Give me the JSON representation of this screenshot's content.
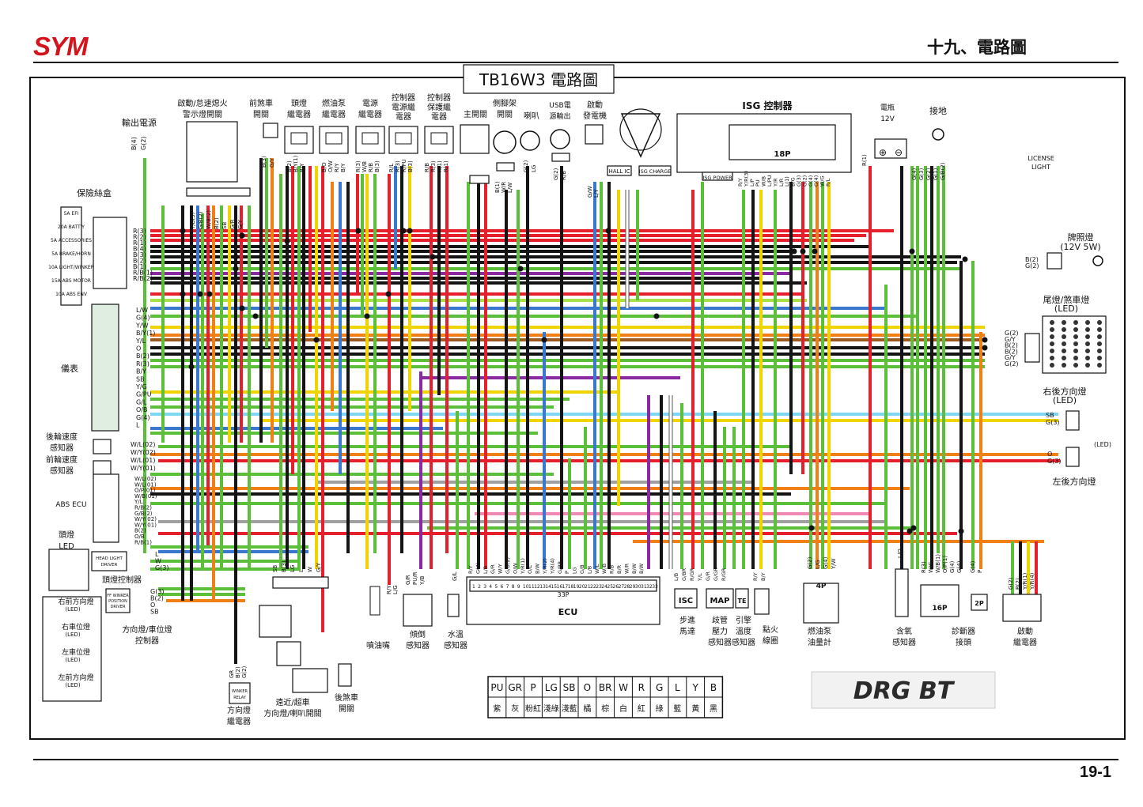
{
  "header": {
    "brand": "SYM",
    "chapter": "十九、電路圖",
    "page_number": "19-1"
  },
  "diagram": {
    "title": "TB16W3 電路圖",
    "components": [
      {
        "name": "輸出電源",
        "lines": [
          "輸出電源"
        ]
      },
      {
        "name": "啟動/怠速熄火警示燈開關",
        "lines": [
          "啟動/怠速熄火",
          "警示燈開關"
        ]
      },
      {
        "name": "前煞車開關",
        "lines": [
          "前煞車",
          "開關"
        ]
      },
      {
        "name": "頭燈繼電器",
        "lines": [
          "頭燈",
          "繼電器"
        ]
      },
      {
        "name": "燃油泵繼電器",
        "lines": [
          "燃油泵",
          "繼電器"
        ]
      },
      {
        "name": "電源繼電器",
        "lines": [
          "電源",
          "繼電器"
        ]
      },
      {
        "name": "控制器電源繼電器",
        "lines": [
          "控制器",
          "電源繼",
          "電器"
        ]
      },
      {
        "name": "控制器保護繼電器",
        "lines": [
          "控制器",
          "保護繼",
          "電器"
        ]
      },
      {
        "name": "主開關",
        "lines": [
          "主開關"
        ]
      },
      {
        "name": "側腳架開關",
        "lines": [
          "側腳架",
          "開關"
        ]
      },
      {
        "name": "喇叭",
        "lines": [
          "喇叭"
        ]
      },
      {
        "name": "USB電源輸出",
        "lines": [
          "USB電",
          "源輸出"
        ]
      },
      {
        "name": "啟動發電機",
        "lines": [
          "啟動",
          "發電機"
        ]
      },
      {
        "name": "ISG控制器",
        "lines": [
          "ISG 控制器"
        ]
      },
      {
        "name": "電瓶",
        "lines": [
          "電瓶",
          "12V"
        ]
      },
      {
        "name": "接地",
        "lines": [
          "接地"
        ]
      },
      {
        "name": "牌照燈",
        "lines": [
          "牌照燈",
          "(12V 5W)"
        ]
      },
      {
        "name": "尾燈/煞車燈",
        "lines": [
          "尾燈/煞車燈",
          "(LED)"
        ]
      },
      {
        "name": "右後方向燈",
        "lines": [
          "右後方向燈",
          "(LED)"
        ]
      },
      {
        "name": "左後方向燈",
        "lines": [
          "左後方向燈"
        ]
      },
      {
        "name": "保險絲盒",
        "lines": [
          "保險絲盒"
        ]
      },
      {
        "name": "儀表",
        "lines": [
          "儀表"
        ]
      },
      {
        "name": "後輪速度感知器",
        "lines": [
          "後輪速度",
          "感知器"
        ]
      },
      {
        "name": "前輪速度感知器",
        "lines": [
          "前輪速度",
          "感知器"
        ]
      },
      {
        "name": "ABS ECU",
        "lines": [
          "ABS ECU"
        ]
      },
      {
        "name": "頭燈LED",
        "lines": [
          "頭燈",
          "LED"
        ]
      },
      {
        "name": "頭燈控制器",
        "lines": [
          "頭燈控制器"
        ]
      },
      {
        "name": "方向燈/車位燈控制器",
        "lines": [
          "方向燈/車位燈",
          "控制器"
        ]
      },
      {
        "name": "方向燈繼電器",
        "lines": [
          "方向燈",
          "繼電器"
        ]
      },
      {
        "name": "遠近/超車方向燈/喇叭開關",
        "lines": [
          "遠近/超車",
          "方向燈/喇叭開關"
        ]
      },
      {
        "name": "後煞車開關",
        "lines": [
          "後煞車",
          "開關"
        ]
      },
      {
        "name": "噴油嘴",
        "lines": [
          "噴油嘴"
        ]
      },
      {
        "name": "傾倒感知器",
        "lines": [
          "傾倒",
          "感知器"
        ]
      },
      {
        "name": "水溫感知器",
        "lines": [
          "水溫",
          "感知器"
        ]
      },
      {
        "name": "步進馬達",
        "lines": [
          "步進",
          "馬達"
        ]
      },
      {
        "name": "歧管壓力感知器",
        "lines": [
          "歧管",
          "壓力",
          "感知器"
        ]
      },
      {
        "name": "引擎溫度感知器",
        "lines": [
          "引擎",
          "溫度",
          "感知器"
        ]
      },
      {
        "name": "點火線圈",
        "lines": [
          "點火",
          "線圈"
        ]
      },
      {
        "name": "燃油泵油量計",
        "lines": [
          "燃油泵",
          "油量計"
        ]
      },
      {
        "name": "含氧感知器",
        "lines": [
          "含氧",
          "感知器"
        ]
      },
      {
        "name": "診斷器接頭",
        "lines": [
          "診斷器",
          "接頭"
        ]
      },
      {
        "name": "啟動繼電器",
        "lines": [
          "啟動",
          "繼電器"
        ]
      }
    ],
    "labels": {
      "license_light": [
        "LICENSE",
        "LIGHT"
      ],
      "ecu": "ECU",
      "ecu_pins": "33P",
      "isg_connector": "18P",
      "isg_power": "ISG POWER",
      "hall_ic": "HALL IC",
      "isg_charge": "ISG CHARGE",
      "isc": "ISC",
      "map": "MAP",
      "te": "TE",
      "connector_4p": "4P",
      "connector_16p": "16P",
      "connector_2p": "2P",
      "led_right_rear": "(LED)",
      "head_light_driver": "HEAD LIGHT DRIVER",
      "position_driver": "FF WINKER POSITION DRIVER",
      "right_front_turn": [
        "右前方向燈",
        "(LED)"
      ],
      "right_position": [
        "右車位燈",
        "(LED)"
      ],
      "left_position": [
        "左車位燈",
        "(LED)"
      ],
      "left_front_turn": [
        "左前方向燈",
        "(LED)"
      ],
      "winker_relay": "WINKER RELAY",
      "fuses": [
        "5A EFI",
        "20A BATT'Y",
        "5A ACCESSORIES",
        "5A BRAKE/HORN",
        "10A LIGHT/WINKER",
        "15A ABS MOTOR",
        "10A ABS ENV"
      ],
      "fuse_wires": [
        "R(3)",
        "R(2)",
        "R(1)",
        "B(4)",
        "B(3)",
        "B(2)",
        "B(1)",
        "R/B(1)",
        "R/B(2)"
      ],
      "meter_wires": [
        "L/W",
        "G(4)",
        "Y/W",
        "B/Y(1)",
        "Y/L",
        "O",
        "B(2)",
        "R(3)",
        "B/Y",
        "SB",
        "Y/G",
        "G/PU",
        "G/L",
        "O/B",
        "G(4)",
        "L"
      ],
      "speed_sensor_wires": [
        "W/L(02)",
        "W/Y(02)",
        "W/L(01)",
        "W/Y(01)"
      ],
      "abs_wires": [
        "W/L(02)",
        "W/L(01)",
        "O/P(01)",
        "W/B(01)",
        "Y/L",
        "R/B(2)",
        "G/B(2)",
        "W/Y(02)",
        "W/Y(01)",
        "B(2)",
        "O/B",
        "R/B(1)"
      ],
      "headlight_wires": [
        "L",
        "W",
        "G(3)"
      ],
      "position_wires": [
        "G(3)",
        "B(2)",
        "O",
        "SB"
      ],
      "license_wires": [
        "B(2)",
        "G(2)"
      ],
      "tail_wires": [
        "G(2)",
        "G/Y",
        "B(2)",
        "B(2)",
        "G/Y",
        "G(2)"
      ],
      "right_rear_wires": [
        "SB",
        "G(3)"
      ],
      "left_rear_wires": [
        "O",
        "G(3)"
      ]
    },
    "legend": {
      "codes": [
        "PU",
        "GR",
        "P",
        "LG",
        "SB",
        "O",
        "BR",
        "W",
        "R",
        "G",
        "L",
        "Y",
        "B"
      ],
      "names": [
        "紫",
        "灰",
        "粉紅",
        "淺綠",
        "淺藍",
        "橘",
        "棕",
        "白",
        "紅",
        "綠",
        "藍",
        "黃",
        "黑"
      ]
    },
    "model_badge": "DRG BT",
    "wire_colors": {
      "R": "#e5202c",
      "B": "#141414",
      "G": "#5bbf3a",
      "L": "#3a78d0",
      "Y": "#f0d400",
      "O": "#f07f16",
      "W": "#ffffff",
      "BR": "#9a5a22",
      "PU": "#8a2aa0",
      "GR": "#a0a0a0",
      "P": "#f08ab4",
      "LG": "#a8e04a",
      "SB": "#7fd6f0"
    }
  }
}
